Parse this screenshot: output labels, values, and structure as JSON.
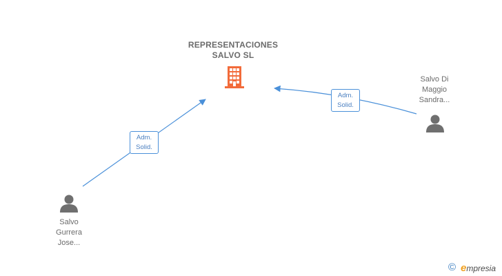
{
  "company": {
    "name_line1": "REPRESENTACIONES",
    "name_line2": "SALVO SL",
    "icon": "building-icon",
    "color": "#f26b3a"
  },
  "persons": [
    {
      "id": "p1",
      "name_line1": "Salvo",
      "name_line2": "Gurrera",
      "name_line3": "Jose...",
      "icon": "person-icon"
    },
    {
      "id": "p2",
      "name_line1": "Salvo Di",
      "name_line2": "Maggio",
      "name_line3": "Sandra...",
      "icon": "person-icon"
    }
  ],
  "edges": [
    {
      "from": "p1",
      "to": "company",
      "label_line1": "Adm.",
      "label_line2": "Solid."
    },
    {
      "from": "p2",
      "to": "company",
      "label_line1": "Adm.",
      "label_line2": "Solid."
    }
  ],
  "colors": {
    "edge": "#4a90d9",
    "text": "#6b6b6b",
    "icon": "#6f6f6f"
  },
  "footer": {
    "copyright": "©",
    "brand_initial": "e",
    "brand_rest": "mpresia"
  }
}
